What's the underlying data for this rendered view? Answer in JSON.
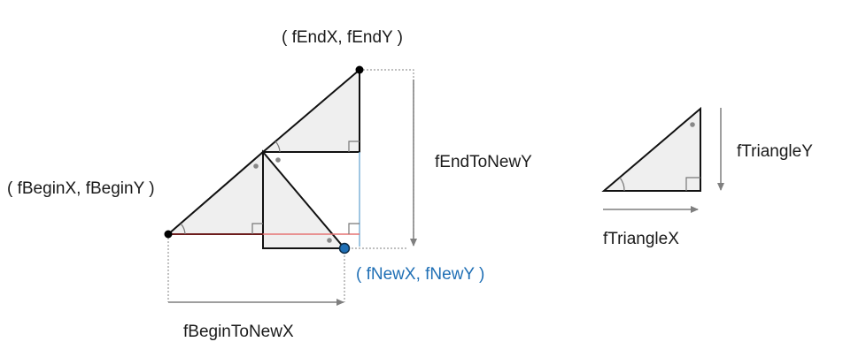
{
  "labels": {
    "end_point": "( fEndX, fEndY )",
    "begin_point": "( fBeginX, fBeginY )",
    "new_point": "( fNewX, fNewY )",
    "end_to_new_y": "fEndToNewY",
    "begin_to_new_x": "fBeginToNewX",
    "triangle_x": "fTriangleX",
    "triangle_y": "fTriangleY"
  },
  "colors": {
    "triangle_fill": "#efefef",
    "outline": "#111111",
    "guide": "#999999",
    "arrow": "#7f7f7f",
    "red_line": "#e57373",
    "blue_line": "#7fb2d9",
    "new_point": "#1f6fb5"
  }
}
